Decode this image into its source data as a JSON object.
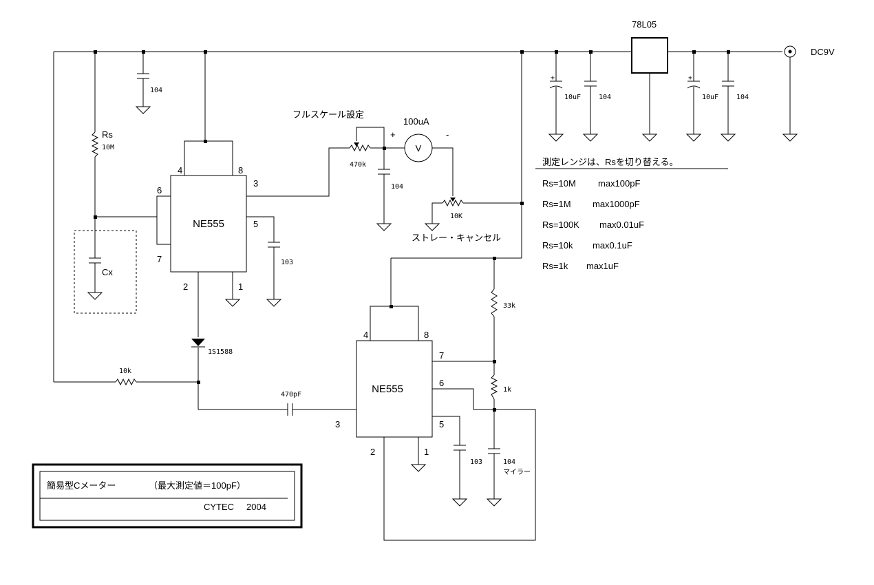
{
  "ic1": {
    "name": "NE555",
    "pin4": "4",
    "pin8": "8",
    "pin6": "6",
    "pin7": "7",
    "pin3": "3",
    "pin5": "5",
    "pin2": "2",
    "pin1": "1"
  },
  "ic2": {
    "name": "NE555",
    "pin4": "4",
    "pin8": "8",
    "pin7": "7",
    "pin6": "6",
    "pin3": "3",
    "pin5": "5",
    "pin2": "2",
    "pin1": "1"
  },
  "regulator": {
    "name": "78L05"
  },
  "power": {
    "label": "DC9V"
  },
  "components": {
    "c_104_a": "104",
    "rs": "Rs",
    "rs_value": "10M",
    "cx": "Cx",
    "c_103_a": "103",
    "pot_470k": "470k",
    "c_104_b": "104",
    "pot_10k": "10K",
    "diode": "1S1588",
    "r_10k": "10k",
    "c_470pf": "470pF",
    "r_33k": "33k",
    "r_1k": "1k",
    "c_103_b": "103",
    "c_104_c": "104",
    "c_104_c_type": "マイラー",
    "c_10uf_a": "10uF",
    "c_104_d": "104",
    "c_10uf_b": "10uF",
    "c_104_e": "104"
  },
  "meter": {
    "symbol": "V",
    "label": "100uA",
    "plus": "+",
    "minus": "-"
  },
  "labels": {
    "full_scale": "フルスケール設定",
    "stray_cancel": "ストレー・キャンセル"
  },
  "range_table": {
    "heading": "測定レンジは、Rsを切り替える。",
    "rows": [
      {
        "rs": "Rs=10M",
        "max": "max100pF"
      },
      {
        "rs": "Rs=1M",
        "max": "max1000pF"
      },
      {
        "rs": "Rs=100K",
        "max": "max0.01uF"
      },
      {
        "rs": "Rs=10k",
        "max": "max0.1uF"
      },
      {
        "rs": "Rs=1k",
        "max": "max1uF"
      }
    ]
  },
  "title_block": {
    "title": "簡易型Cメーター",
    "subtitle": "（最大測定値＝100pF）",
    "company": "CYTEC",
    "year": "2004"
  }
}
